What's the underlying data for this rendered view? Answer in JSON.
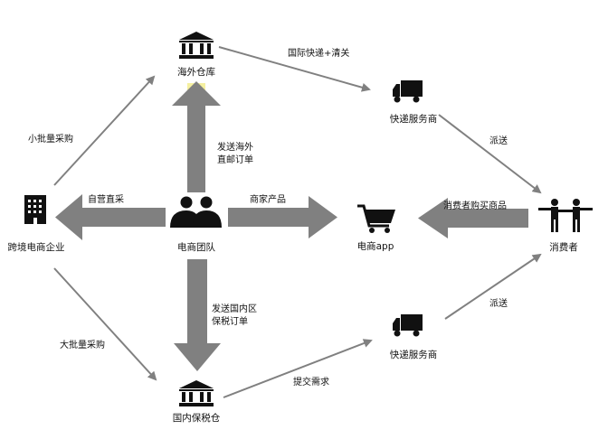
{
  "nodes": {
    "overseas_warehouse": "海外仓库",
    "courier_top": "快递服务商",
    "cross_border_enterprise": "跨境电商企业",
    "ecommerce_team": "电商团队",
    "ecommerce_app": "电商app",
    "consumer": "消费者",
    "courier_bottom": "快递服务商",
    "domestic_bonded_warehouse": "国内保税仓"
  },
  "edges": {
    "intl_express_customs": "国际快递+清关",
    "small_batch_purchase": "小批量采购",
    "dispatch_top": "派送",
    "send_overseas_line1": "发送海外",
    "send_overseas_line2": "直邮订单",
    "self_direct_purchase": "自营直采",
    "merchant_products": "商家产品",
    "consumer_buys": "消费者购买商品",
    "send_domestic_line1": "发送国内区",
    "send_domestic_line2": "保税订单",
    "dispatch_bottom": "派送",
    "bulk_purchase": "大批量采购",
    "submit_request": "提交需求"
  },
  "colors": {
    "arrow": "#808080",
    "highlight": "#f5f0a0",
    "icon": "#111111"
  }
}
